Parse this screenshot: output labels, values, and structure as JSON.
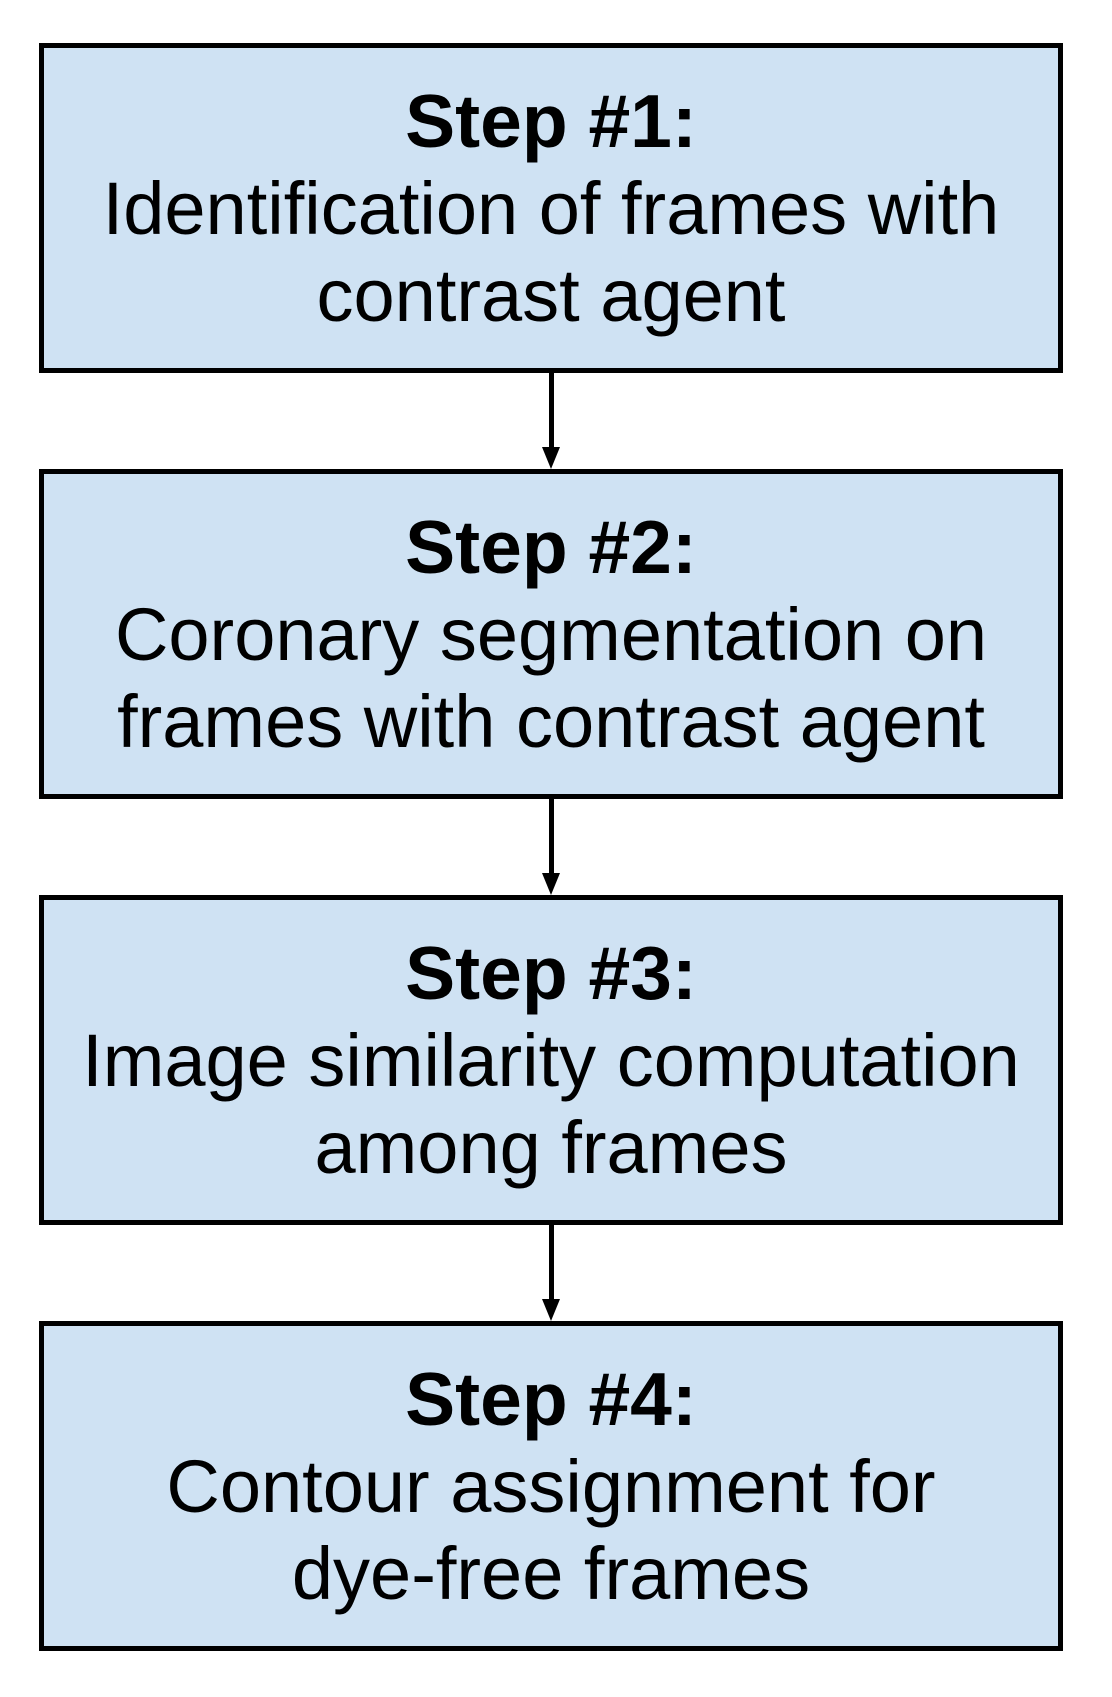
{
  "theme": {
    "box-fill": "#cfe2f3",
    "box-border": "#000000",
    "text-color": "#000000",
    "page-bg": "#ffffff"
  },
  "diagram": {
    "type": "flowchart",
    "direction": "top-to-bottom",
    "connector_style": "down-arrow",
    "steps": [
      {
        "title": "Step #1:",
        "description": "Identification of frames with contrast agent",
        "lines": [
          "Identification of frames with",
          "contrast agent"
        ]
      },
      {
        "title": "Step #2:",
        "description": "Coronary segmentation on frames with contrast agent",
        "lines": [
          "Coronary segmentation on",
          "frames with contrast agent"
        ]
      },
      {
        "title": "Step #3:",
        "description": "Image similarity computation among frames",
        "lines": [
          "Image similarity computation",
          "among frames"
        ]
      },
      {
        "title": "Step #4:",
        "description": "Contour assignment for dye-free frames",
        "lines": [
          "Contour assignment for",
          "dye-free frames"
        ]
      }
    ]
  }
}
